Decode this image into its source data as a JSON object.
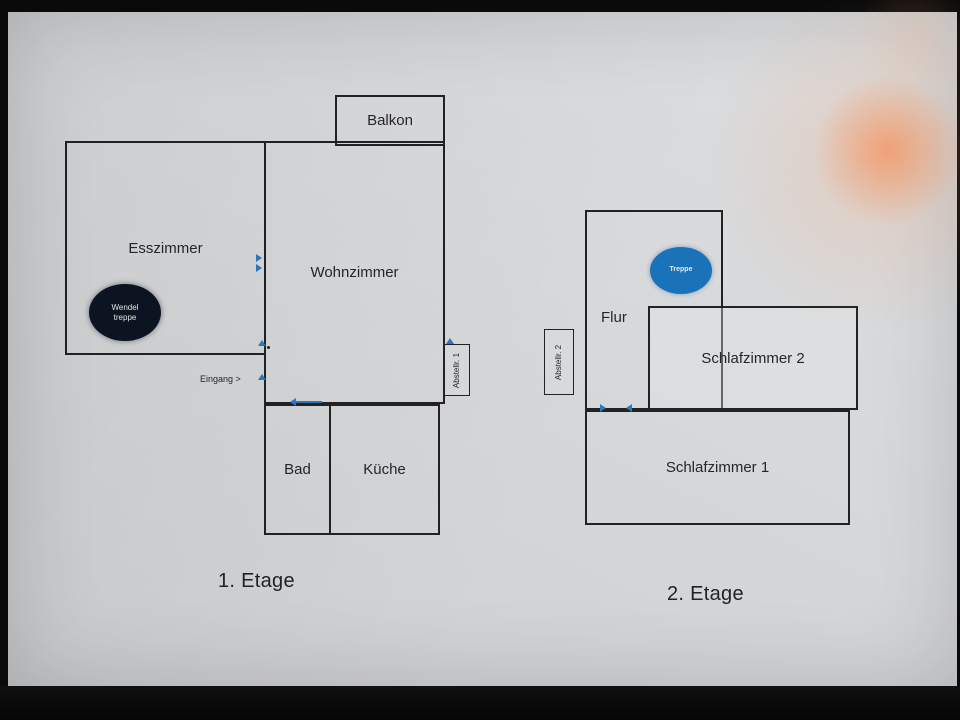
{
  "page": {
    "floor1": {
      "title": "1. Etage",
      "rooms": {
        "balkon": "Balkon",
        "esszimmer": "Esszimmer",
        "wohnzimmer": "Wohnzimmer",
        "bad": "Bad",
        "kueche": "Küche",
        "abstellraum1": "Abstellr. 1",
        "eingang": "Eingang >"
      },
      "wendeltreppe": {
        "lines": [
          "Wendel",
          "treppe"
        ]
      }
    },
    "floor2": {
      "title": "2. Etage",
      "rooms": {
        "flur": "Flur",
        "treppe": "Treppe",
        "schlafzimmer2": "Schlafzimmer 2",
        "schlafzimmer1": "Schlafzimmer 1",
        "abstellraum2": "Abstellr. 2"
      }
    },
    "colors": {
      "wall": "#222226",
      "door_marker": "#2e78bd",
      "treppe_fill": "#1a72b9",
      "wendeltreppe_fill": "#0d1522",
      "page_background": "#d6d8da",
      "glare": "#ff7a3c"
    }
  }
}
